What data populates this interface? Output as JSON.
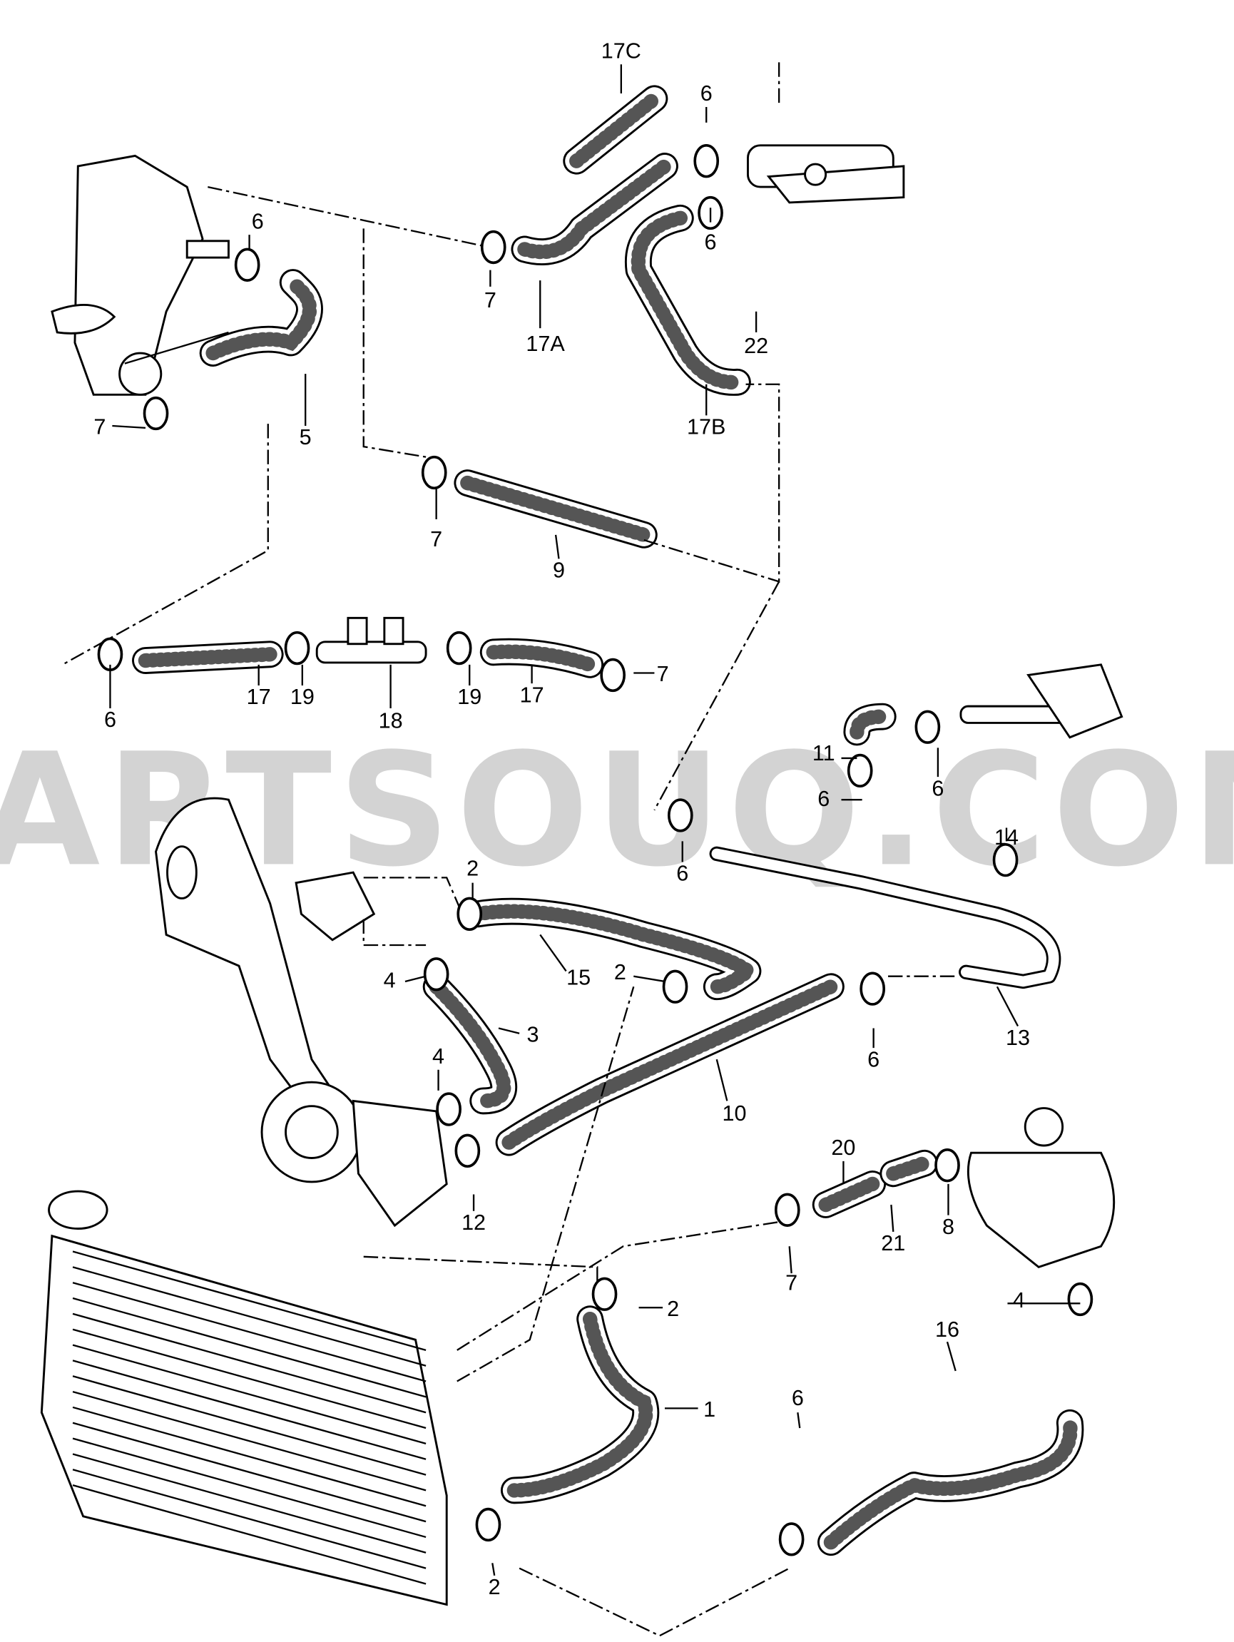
{
  "watermark": "PARTSOUQ.COM",
  "callouts": [
    "17C",
    "6",
    "6",
    "7",
    "17A",
    "6",
    "22",
    "17B",
    "5",
    "7",
    "7",
    "9",
    "6",
    "17",
    "19",
    "18",
    "19",
    "17",
    "7",
    "11",
    "6",
    "6",
    "14",
    "6",
    "2",
    "15",
    "2",
    "4",
    "3",
    "13",
    "6",
    "10",
    "4",
    "20",
    "12",
    "21",
    "8",
    "7",
    "2",
    "4",
    "16",
    "1",
    "6",
    "2"
  ]
}
